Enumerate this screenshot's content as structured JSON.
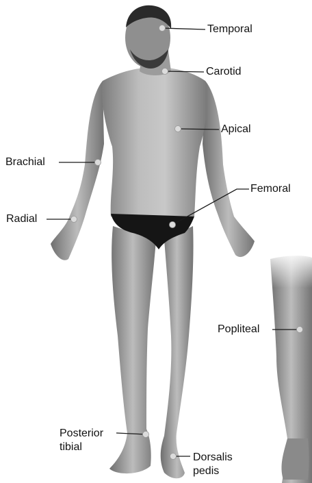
{
  "labels": {
    "temporal": "Temporal",
    "carotid": "Carotid",
    "apical": "Apical",
    "brachial": "Brachial",
    "femoral": "Femoral",
    "radial": "Radial",
    "popliteal": "Popliteal",
    "posterior_tibial_line1": "Posterior",
    "posterior_tibial_line2": "tibial",
    "dorsalis_pedis_line1": "Dorsalis",
    "dorsalis_pedis_line2": "pedis"
  },
  "colors": {
    "skin_light": "#c9c9c9",
    "skin_mid": "#a3a3a3",
    "skin_dark": "#6e6e6e",
    "hair": "#2a2a2a",
    "briefs": "#151515",
    "pulse_dot": "#d9d9d9",
    "leader_line": "#1a1a1a"
  }
}
